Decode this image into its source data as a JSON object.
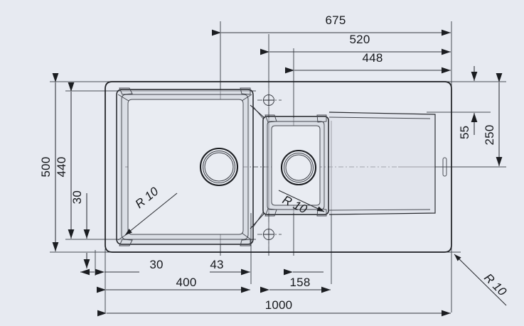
{
  "drawing": {
    "title": "Kitchen sink dimensional drawing",
    "units": "mm",
    "background_color": "#e7eaf1",
    "line_color": "#1c1e22",
    "text_color": "#16181c"
  },
  "dimensions": {
    "top": [
      {
        "id": "d675",
        "label": "675"
      },
      {
        "id": "d520",
        "label": "520"
      },
      {
        "id": "d448",
        "label": "448"
      }
    ],
    "left": [
      {
        "id": "d500",
        "label": "500"
      },
      {
        "id": "d440",
        "label": "440"
      },
      {
        "id": "d30v",
        "label": "30"
      }
    ],
    "right": [
      {
        "id": "d55",
        "label": "55"
      },
      {
        "id": "d250",
        "label": "250"
      }
    ],
    "bottom": [
      {
        "id": "d30h",
        "label": "30"
      },
      {
        "id": "d43",
        "label": "43"
      },
      {
        "id": "d400",
        "label": "400"
      },
      {
        "id": "d158",
        "label": "158"
      },
      {
        "id": "d1000",
        "label": "1000"
      }
    ],
    "radii": [
      {
        "id": "r10-left-bowl",
        "label": "R 10"
      },
      {
        "id": "r10-small-bowl",
        "label": "R 10"
      },
      {
        "id": "r10-body-corner",
        "label": "R 10"
      }
    ]
  },
  "features": {
    "large_bowl": "large-bowl",
    "small_bowl": "small-bowl",
    "drainboard": "drainboard",
    "large_drain": "large-bowl-drain",
    "small_drain": "small-bowl-drain",
    "tap_hole_top": "tap-hole-marker-top",
    "tap_hole_bottom": "tap-hole-marker-bottom",
    "overflow_slot": "overflow-slot"
  }
}
